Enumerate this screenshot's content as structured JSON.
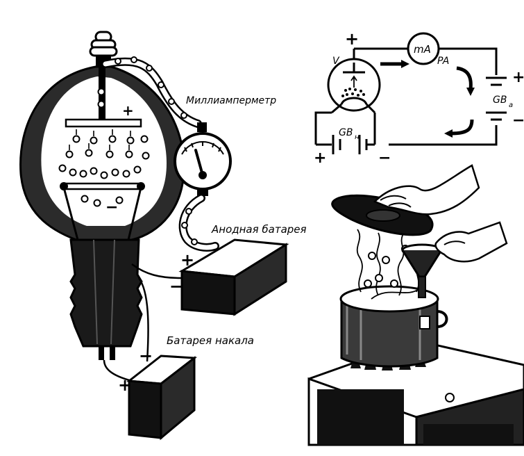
{
  "labels": {
    "milliammeter": "Миллиамперметр",
    "anode_battery": "Анодная батарея",
    "filament_battery": "Батарея накала"
  },
  "tube_signs": {
    "anode_plus": "+",
    "cathode_minus": "−"
  },
  "battery_signs": {
    "anode_plus": "+",
    "anode_minus": "−",
    "filament_plus": "+",
    "filament_minus": "−"
  },
  "schematic": {
    "tube_label": "V",
    "meter_label": "mA",
    "meter_ref": "PA",
    "anode_battery_label": "GB",
    "anode_battery_sub": "a",
    "filament_battery_label": "GB",
    "filament_battery_sub": "н",
    "plus_top": "+",
    "plus_right": "+",
    "minus_right": "−",
    "plus_bottom_left": "+",
    "minus_bottom": "−"
  },
  "colors": {
    "ink": "#000000",
    "paper": "#ffffff",
    "dark_fill": "#1a1a1a"
  }
}
